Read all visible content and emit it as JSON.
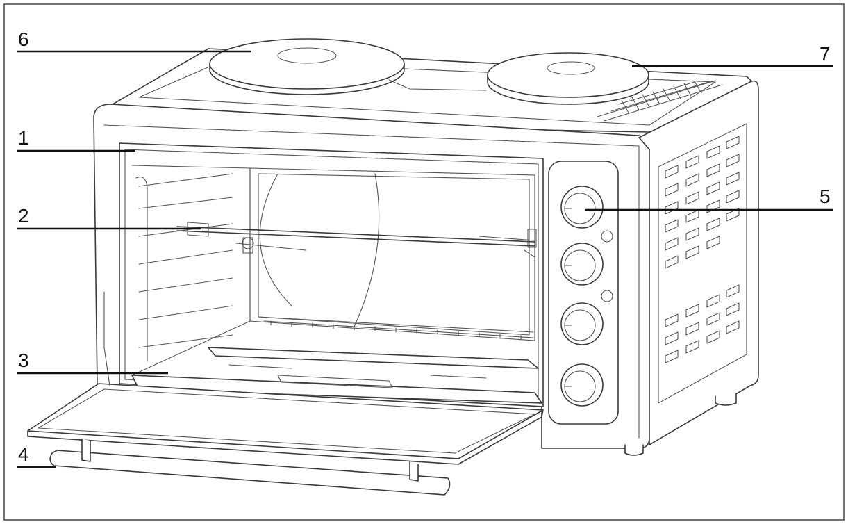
{
  "diagram": {
    "callouts": [
      {
        "number": "1",
        "part": "oven-door-frame"
      },
      {
        "number": "2",
        "part": "rotisserie-spit"
      },
      {
        "number": "3",
        "part": "baking-tray"
      },
      {
        "number": "4",
        "part": "door-handle"
      },
      {
        "number": "5",
        "part": "control-knob"
      },
      {
        "number": "6",
        "part": "large-hotplate"
      },
      {
        "number": "7",
        "part": "small-hotplate"
      }
    ]
  }
}
